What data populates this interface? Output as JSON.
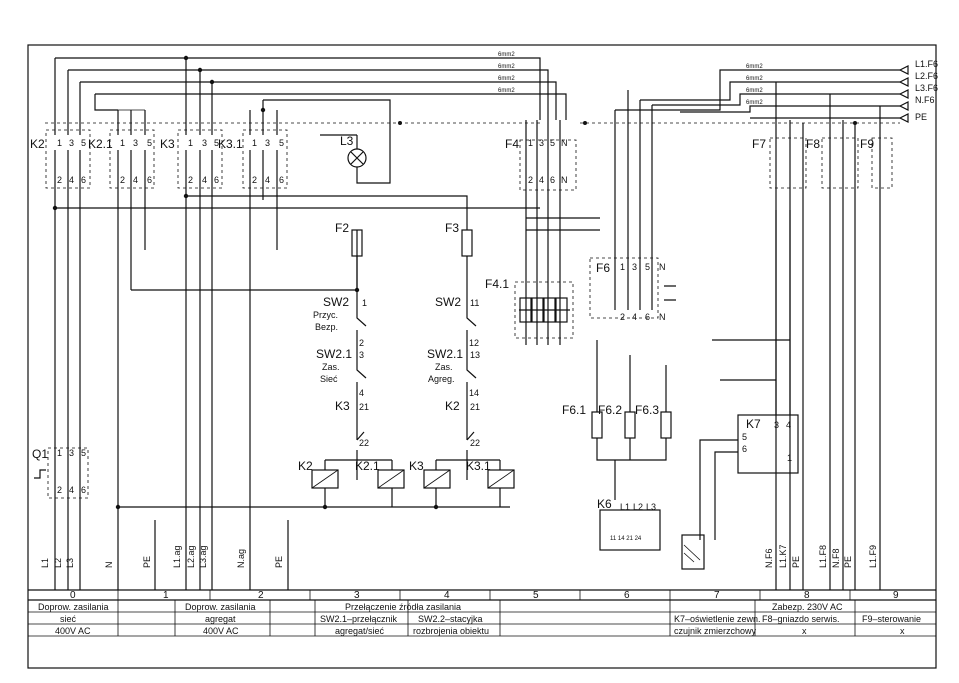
{
  "relays_top": [
    "K2",
    "K2.1",
    "K3",
    "K3.1"
  ],
  "lamp": "L3",
  "fuses_top": [
    "F2",
    "F3"
  ],
  "switches": {
    "sw2_left": "SW2",
    "sw2_left_sub1": "Przyc.",
    "sw2_left_sub2": "Bezp.",
    "sw21_left": "SW2.1",
    "sw21_left_sub1": "Zas.",
    "sw21_left_sub2": "Sieć",
    "sw2_right": "SW2",
    "sw21_right": "SW2.1",
    "sw21_right_sub1": "Zas.",
    "sw21_right_sub2": "Agreg."
  },
  "contacts": {
    "k3": "K3",
    "k2": "K2"
  },
  "coils": [
    "K2",
    "K2.1",
    "K3",
    "K3.1"
  ],
  "right_devices": {
    "f4": "F4",
    "f41": "F4.1",
    "f6": "F6",
    "f61": "F6.1",
    "f62": "F6.2",
    "f63": "F6.3",
    "k6": "K6",
    "k7": "K7",
    "f7": "F7",
    "f8": "F8",
    "f9": "F9"
  },
  "q1": "Q1",
  "outputs": [
    "L1.F6",
    "L2.F6",
    "L3.F6",
    "N.F6",
    "PE"
  ],
  "wire_label": "6mm2",
  "bottom_terminals_left": [
    "L1",
    "L2",
    "L3",
    "N",
    "PE"
  ],
  "bottom_terminals_mid": [
    "L1.ag",
    "L2.ag",
    "L3.ag",
    "N.ag",
    "PE"
  ],
  "bottom_terminals_right": [
    "N.F6",
    "L1.K7",
    "PE",
    "L1.F8",
    "N.F8",
    "PE",
    "L1.F9"
  ],
  "columns": [
    "0",
    "1",
    "2",
    "3",
    "4",
    "5",
    "6",
    "7",
    "8",
    "9"
  ],
  "title_block": {
    "c0_title": "Doprow. zasilania",
    "c0_r1": "sieć",
    "c0_r2": "400V AC",
    "c1_title": "Doprow. zasilania",
    "c1_r1": "agregat",
    "c1_r2": "400V AC",
    "c3_title": "Przełączenie źródła zasilania",
    "c3_r1a": "SW2.1–przełącznik",
    "c3_r1b": "SW2.2–stacyjka",
    "c3_r2a": "agregat/sieć",
    "c3_r2b": "rozbrojenia obiektu",
    "c7_title": "Zabezp. 230V AC",
    "c7_r1a": "K7–oświetlenie zewn.",
    "c7_r1b": "F8–gniazdo serwis.",
    "c7_r1c": "F9–sterowanie",
    "c7_r2a": "czujnik zmierzchowy",
    "c7_r2b": "x",
    "c7_r2c": "x"
  }
}
